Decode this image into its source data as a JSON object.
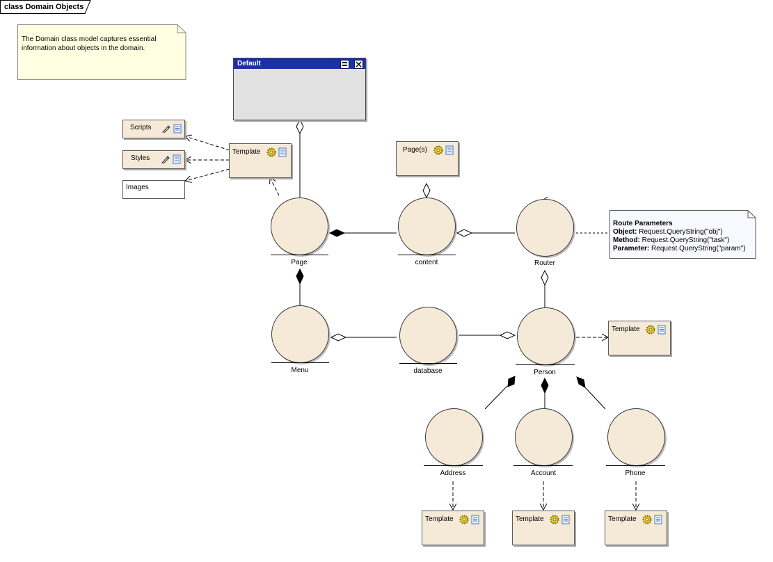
{
  "diagram": {
    "frame_label": "class Domain Objects",
    "note": "The Domain class model captures essential information about objects in the domain.",
    "default_window": {
      "title": "Default"
    },
    "artifacts": {
      "scripts": "Scripts",
      "styles": "Styles",
      "images": "Images",
      "template_page": "Template",
      "pages": "Page(s)",
      "template_person": "Template",
      "template_address": "Template",
      "template_account": "Template",
      "template_phone": "Template"
    },
    "objects": {
      "page": "Page",
      "content": "content",
      "router": "Router",
      "menu": "Menu",
      "database": "database",
      "person": "Person",
      "address": "Address",
      "account": "Account",
      "phone": "Phone"
    },
    "route_note": {
      "title": "Route Parameters",
      "object_label": "Object:",
      "object_value": " Request.QueryString(\"obj\")",
      "method_label": "Method:",
      "method_value": " Request.QueryString(\"task\")",
      "parameter_label": "Parameter:",
      "parameter_value": " Request.QueryString(\"param\")"
    },
    "icons": {
      "gear": "gear-icon",
      "document": "document-icon",
      "pencil": "pencil-icon"
    }
  }
}
